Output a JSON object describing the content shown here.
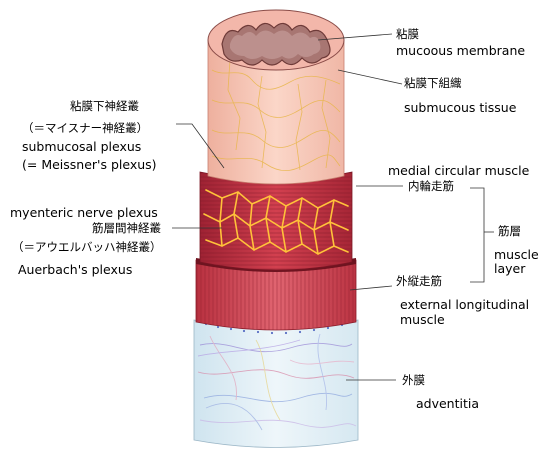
{
  "labels": {
    "mucosa_jp": "粘膜",
    "mucosa_en": "mucoous membrane",
    "submucosa_jp": "粘膜下組織",
    "submucosa_en": "submucous tissue",
    "submucosal_plexus_jp": "粘膜下神経叢",
    "submucosal_plexus_alt_jp": "（＝マイスナー神経叢）",
    "submucosal_plexus_en": "submucosal plexus",
    "submucosal_plexus_alt_en": "(= Meissner's plexus)",
    "circular_en": "medial circular muscle",
    "circular_jp": "内輪走筋",
    "muscle_layer_jp": "筋層",
    "muscle_layer_en_1": "muscle",
    "muscle_layer_en_2": "layer",
    "myenteric_en": "myenteric nerve plexus",
    "myenteric_jp": "筋層間神経叢",
    "myenteric_alt_jp": "（＝アウエルバッハ神経叢）",
    "myenteric_alt_en": "Auerbach's plexus",
    "longitudinal_jp": "外縦走筋",
    "longitudinal_en_1": "external longitudinal",
    "longitudinal_en_2": "muscle",
    "adventitia_jp": "外膜",
    "adventitia_en": "adventitia"
  },
  "colors": {
    "mucosa": "#e9a59a",
    "lumen": "#9a6a66",
    "submucosa": "#f4c2b2",
    "nerve": "#f0b23c",
    "circular_muscle": "#c7364a",
    "longitudinal_muscle": "#cf4a55",
    "adventitia": "#dcecf4"
  }
}
